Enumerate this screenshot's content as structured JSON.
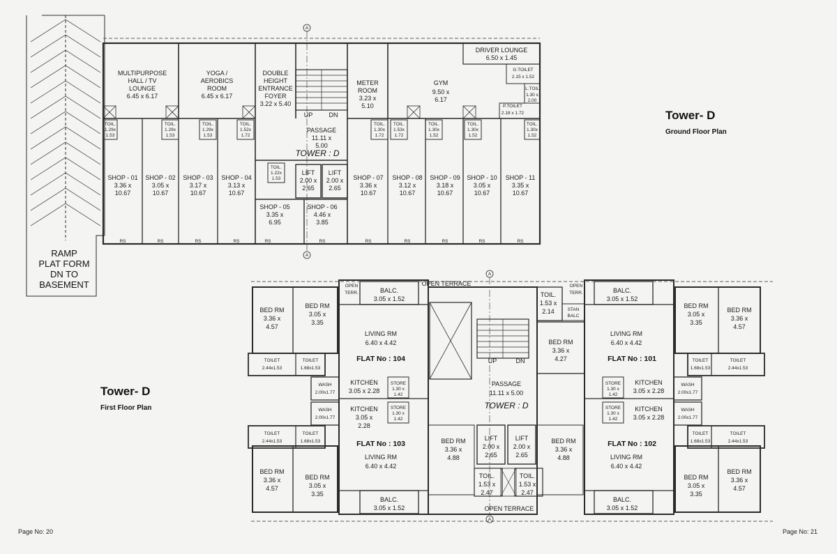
{
  "ground_floor": {
    "title": "Tower- D",
    "subtitle": "Ground Floor Plan",
    "rooms": [
      {
        "name": "MULTIPURPOSE HALL / TV LOUNGE",
        "dims": "6.45 x 6.17"
      },
      {
        "name": "YOGA / AEROBICS ROOM",
        "dims": "6.45 x 6.17"
      },
      {
        "name": "DOUBLE HEIGHT ENTRANCE FOYER",
        "dims": "3.22 x 5.40"
      },
      {
        "name": "METER ROOM",
        "dims": "3.23 x 5.10"
      },
      {
        "name": "GYM",
        "dims": "9.50 x 6.17"
      },
      {
        "name": "DRIVER LOUNGE",
        "dims": "6.50 x 1.45"
      },
      {
        "name": "G.TOILET",
        "dims": "2.15 x 1.52"
      },
      {
        "name": "L.TOIL",
        "dims": "1.30 x 2.00"
      },
      {
        "name": "P.TOILET",
        "dims": "2.18 x 1.72"
      },
      {
        "name": "PASSAGE",
        "dims": "11.11 x 5.00"
      },
      {
        "name": "LIFT",
        "dims": "2.00 x 2.65"
      },
      {
        "name": "SHOP - 01",
        "dims": "3.36 x 10.67"
      },
      {
        "name": "SHOP - 02",
        "dims": "3.05 x 10.67"
      },
      {
        "name": "SHOP - 03",
        "dims": "3.17 x 10.67"
      },
      {
        "name": "SHOP - 04",
        "dims": "3.13 x 10.67"
      },
      {
        "name": "SHOP - 05",
        "dims": "3.35 x 6.95"
      },
      {
        "name": "SHOP - 06",
        "dims": "4.46 x 3.85"
      },
      {
        "name": "SHOP - 07",
        "dims": "3.36 x 10.67"
      },
      {
        "name": "SHOP - 08",
        "dims": "3.12 x 10.67"
      },
      {
        "name": "SHOP - 09",
        "dims": "3.18 x 10.67"
      },
      {
        "name": "SHOP - 10",
        "dims": "3.05 x 10.67"
      },
      {
        "name": "SHOP - 11",
        "dims": "3.35 x 10.67"
      }
    ],
    "toilets": [
      "1.29x 1.53",
      "1.52x 1.72",
      "1.22x 1.53",
      "1.30x 1.72",
      "1.53x 1.72",
      "1.30x 1.52"
    ],
    "tower_label": "TOWER : D",
    "stair_up": "UP",
    "stair_dn": "DN",
    "rs": "RS",
    "ramp_lines": [
      "RAMP",
      "PLAT FORM",
      "DN TO",
      "BASEMENT"
    ]
  },
  "first_floor": {
    "title": "Tower- D",
    "subtitle": "First Floor Plan",
    "flats": [
      "FLAT No : 104",
      "FLAT No : 101",
      "FLAT No : 103",
      "FLAT No : 102"
    ],
    "living": {
      "name": "LIVING RM",
      "dims": "6.40 x 4.42"
    },
    "kitchen": {
      "name": "KITCHEN",
      "dims": "3.05 x 2.28"
    },
    "bed_large": {
      "name": "BED RM",
      "dims": "3.36 x 4.57"
    },
    "bed_small": {
      "name": "BED RM",
      "dims": "3.05 x 3.35"
    },
    "bed_mid": {
      "name": "BED RM",
      "dims": "3.36 x 4.27"
    },
    "bed_core": {
      "name": "BED RM",
      "dims": "3.36 x 4.88"
    },
    "balc": {
      "name": "BALC.",
      "dims": "3.05 x 1.52"
    },
    "toilet_a": {
      "name": "TOILET",
      "dims": "2.44x1.53"
    },
    "toilet_b": {
      "name": "TOILET",
      "dims": "1.68x1.53"
    },
    "toilet_c": {
      "name": "TOIL.",
      "dims": "1.53 x 2.14"
    },
    "toilet_d": {
      "name": "TOIL.",
      "dims": "1.53 x 2.47"
    },
    "wash": {
      "name": "WASH",
      "dims": "2.00x1.77"
    },
    "store": {
      "name": "STORE",
      "dims": "1.30 x 1.42"
    },
    "open_terr": "OPEN TERR.",
    "open_terrace": "OPEN TERRACE",
    "stan_balc": "STAN BALC",
    "passage": {
      "name": "PASSAGE",
      "dims": "11.11 x 5.00"
    },
    "tower_label": "TOWER : D",
    "lift": {
      "name": "LIFT",
      "dims": "2.00 x 2.65"
    }
  },
  "page_left": "Page No: 20",
  "page_right": "Page No: 21",
  "colors": {
    "line": "#2a2a2a",
    "paper": "#f4f4f2"
  }
}
